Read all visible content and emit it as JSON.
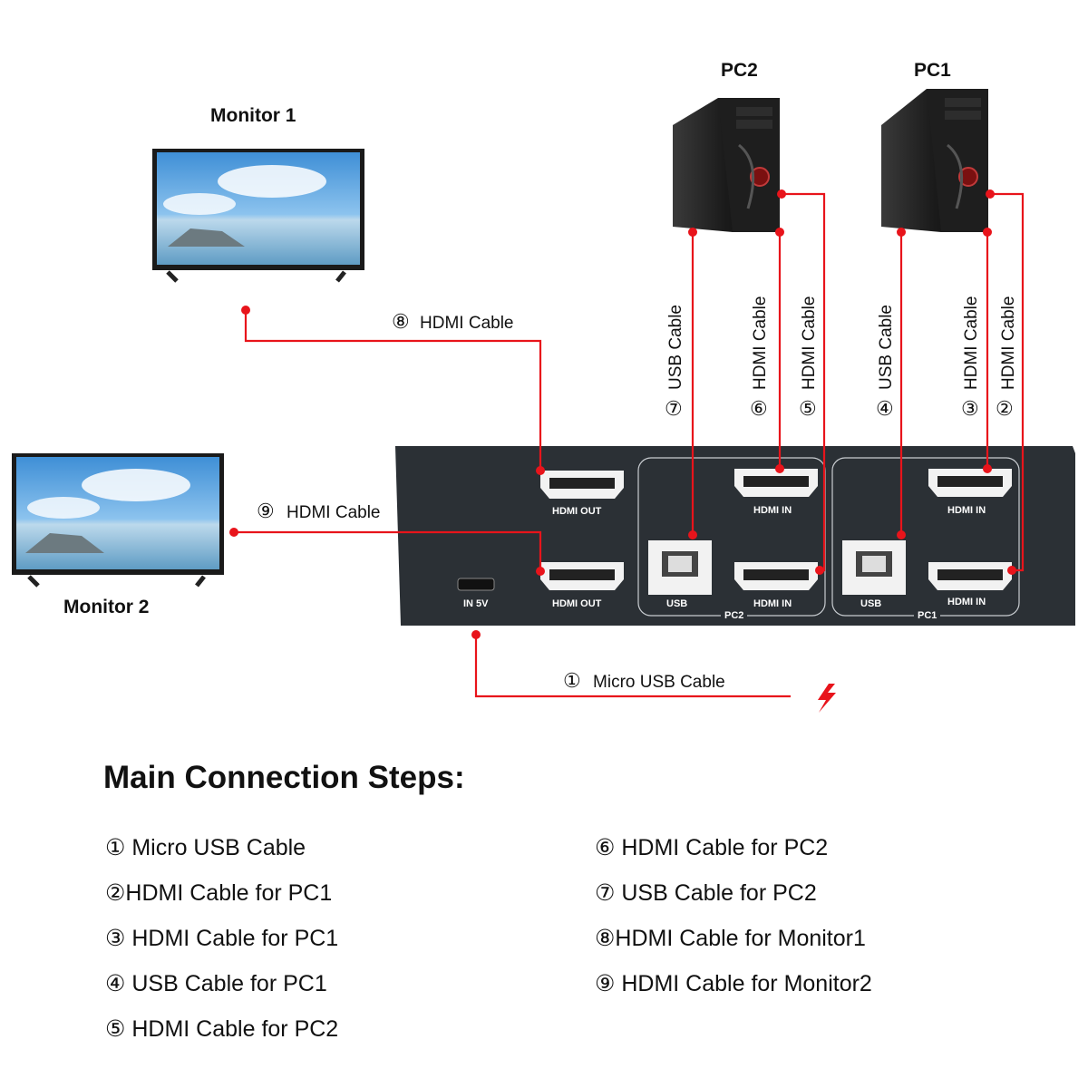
{
  "devices": {
    "monitor1": "Monitor 1",
    "monitor2": "Monitor 2",
    "pc1": "PC1",
    "pc2": "PC2"
  },
  "cables": {
    "c1": {
      "num": "①",
      "label": "Micro USB Cable"
    },
    "c2": {
      "num": "②",
      "label": "HDMI Cable"
    },
    "c3": {
      "num": "③",
      "label": "HDMI Cable"
    },
    "c4": {
      "num": "④",
      "label": "USB Cable"
    },
    "c5": {
      "num": "⑤",
      "label": "HDMI Cable"
    },
    "c6": {
      "num": "⑥",
      "label": "HDMI Cable"
    },
    "c7": {
      "num": "⑦",
      "label": "USB Cable"
    },
    "c8": {
      "num": "⑧",
      "label": "HDMI Cable"
    },
    "c9": {
      "num": "⑨",
      "label": "HDMI Cable"
    }
  },
  "ports": {
    "hdmi_out_1": "HDMI OUT",
    "hdmi_out_2": "HDMI OUT",
    "in5v": "IN 5V",
    "pc2_hdmi_in_top": "HDMI IN",
    "pc2_usb": "USB",
    "pc2_hdmi_in_bottom": "HDMI IN",
    "pc2_group": "PC2",
    "pc1_hdmi_in_top": "HDMI IN",
    "pc1_usb": "USB",
    "pc1_hdmi_in_bottom": "HDMI IN",
    "pc1_group": "PC1"
  },
  "steps": {
    "title": "Main Connection Steps:",
    "left": [
      "① Micro USB Cable",
      "②HDMI Cable for PC1",
      "③ HDMI Cable for PC1",
      "④ USB Cable for PC1",
      "⑤ HDMI Cable for PC2"
    ],
    "right": [
      "⑥ HDMI Cable for PC2",
      "⑦ USB Cable for PC2",
      "⑧HDMI Cable for Monitor1",
      "⑨ HDMI Cable for Monitor2"
    ]
  },
  "colors": {
    "cable": "#e8141b",
    "switch_body": "#2b3035",
    "pc_case": "#1c1c1c"
  },
  "icons": {
    "power": "lightning-bolt-icon",
    "monitor": "tv-monitor-icon",
    "pc": "pc-tower-icon"
  }
}
